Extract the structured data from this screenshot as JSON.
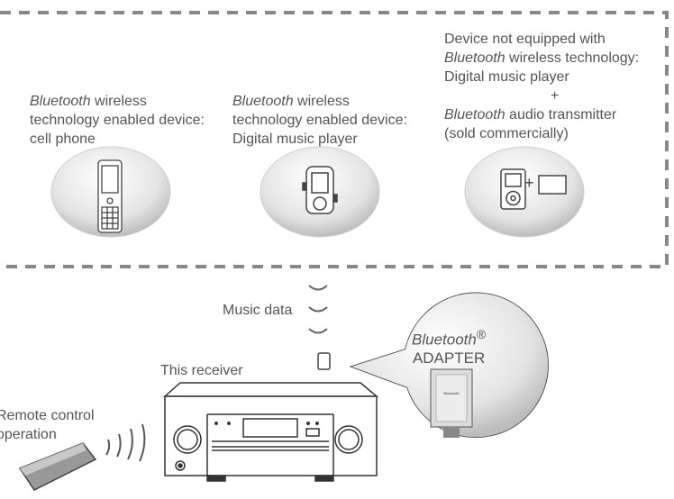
{
  "devices": [
    {
      "name_italic": "Bluetooth",
      "line1_rest": " wireless",
      "line2": "technology enabled device:",
      "line3": "cell phone",
      "icon": "cell-phone-icon"
    },
    {
      "name_italic": "Bluetooth",
      "line1_rest": " wireless",
      "line2": "technology enabled device:",
      "line3": "Digital music player",
      "icon": "music-player-icon"
    },
    {
      "line1": "Device not equipped with",
      "name_italic": "Bluetooth",
      "line2_rest": " wireless technology:",
      "line3": "Digital music player",
      "plus": "+",
      "transmitter_italic": "Bluetooth",
      "transmitter_rest": " audio transmitter",
      "line6": "(sold commercially)",
      "icon": "music-player-with-transmitter-icon",
      "icon_plus": "+"
    }
  ],
  "music_data_label": "Music data",
  "receiver_label": "This receiver",
  "remote_label_line1": "Remote control",
  "remote_label_line2": "operation",
  "adapter": {
    "title_italic": "Bluetooth",
    "registered": "®",
    "title_line2": "ADAPTER"
  }
}
